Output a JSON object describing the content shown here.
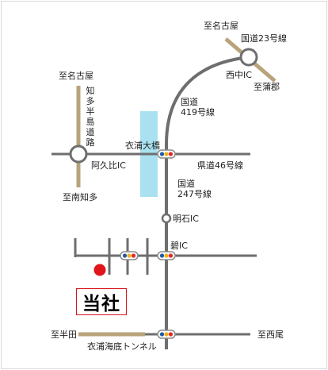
{
  "colors": {
    "road": "#6e6e6e",
    "expressway": "#b8a37a",
    "water": "#a9e1f0",
    "company_marker": "#e0141a",
    "signal_body": "#ffffff",
    "signal_light_red": "#e4282a",
    "signal_light_blue": "#1e5aa8",
    "signal_light_yellow": "#f2b21e"
  },
  "labels": {
    "to_nagoya_top": "至名古屋",
    "route23": "国道23号線",
    "nishinaka_ic": "西中IC",
    "to_gamagori": "至蒲郡",
    "route419": "国道\n419号線",
    "to_nagoya_left": "至名古屋",
    "chita_peninsula_road": "知多半島道路",
    "kinuura_bridge": "衣浦大橋",
    "prefectural_road46": "県道46号線",
    "agui_ic": "阿久比IC",
    "route247": "国道\n247号線",
    "to_minami_chita": "至南知多",
    "meiseki_ic": "明石IC",
    "heki_ic": "碧IC",
    "company": "当社",
    "to_handa": "至半田",
    "to_nishio": "至西尾",
    "kinuura_tunnel": "衣浦海底トンネル"
  }
}
